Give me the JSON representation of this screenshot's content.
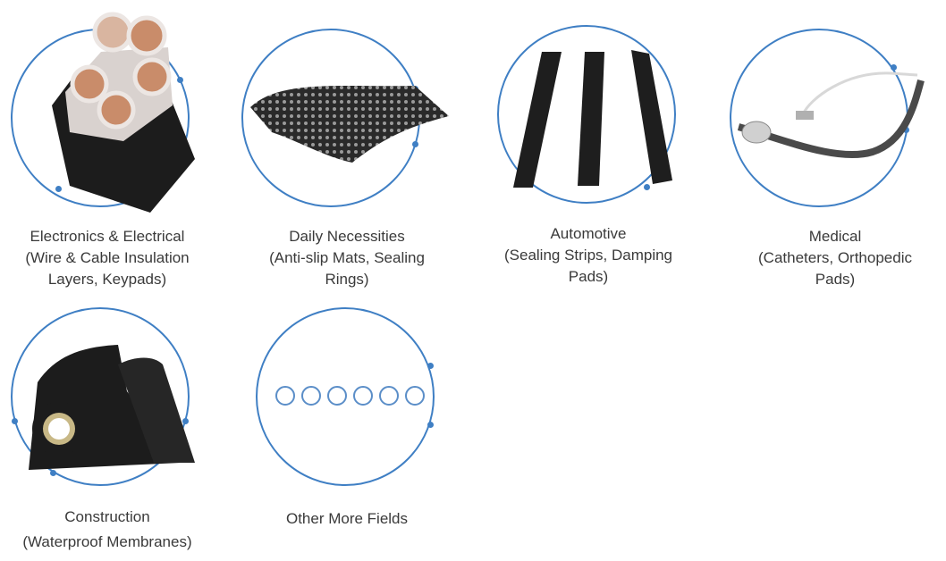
{
  "accent": "#3f7fc4",
  "categories": [
    {
      "id": "electronics",
      "icon": "cable-icon",
      "title": "Electronics & Electrical",
      "desc_line1": "(Wire & Cable Insulation",
      "desc_line2": "Layers, Keypads)"
    },
    {
      "id": "daily",
      "icon": "anti-slip-mat-icon",
      "title": "Daily Necessities",
      "desc_line1": "(Anti-slip Mats, Sealing",
      "desc_line2": "Rings)"
    },
    {
      "id": "automotive",
      "icon": "sealing-strips-icon",
      "title": "Automotive",
      "desc_line1": "(Sealing Strips, Damping",
      "desc_line2": "Pads)"
    },
    {
      "id": "medical",
      "icon": "catheter-icon",
      "title": "Medical",
      "desc_line1": "(Catheters, Orthopedic",
      "desc_line2": "Pads)"
    },
    {
      "id": "construction",
      "icon": "membrane-roll-icon",
      "title": "Construction",
      "desc_line1": "(Waterproof Membranes)",
      "desc_line2": ""
    },
    {
      "id": "other",
      "icon": "more-circles-icon",
      "title": "Other More Fields",
      "desc_line1": "",
      "desc_line2": ""
    }
  ]
}
